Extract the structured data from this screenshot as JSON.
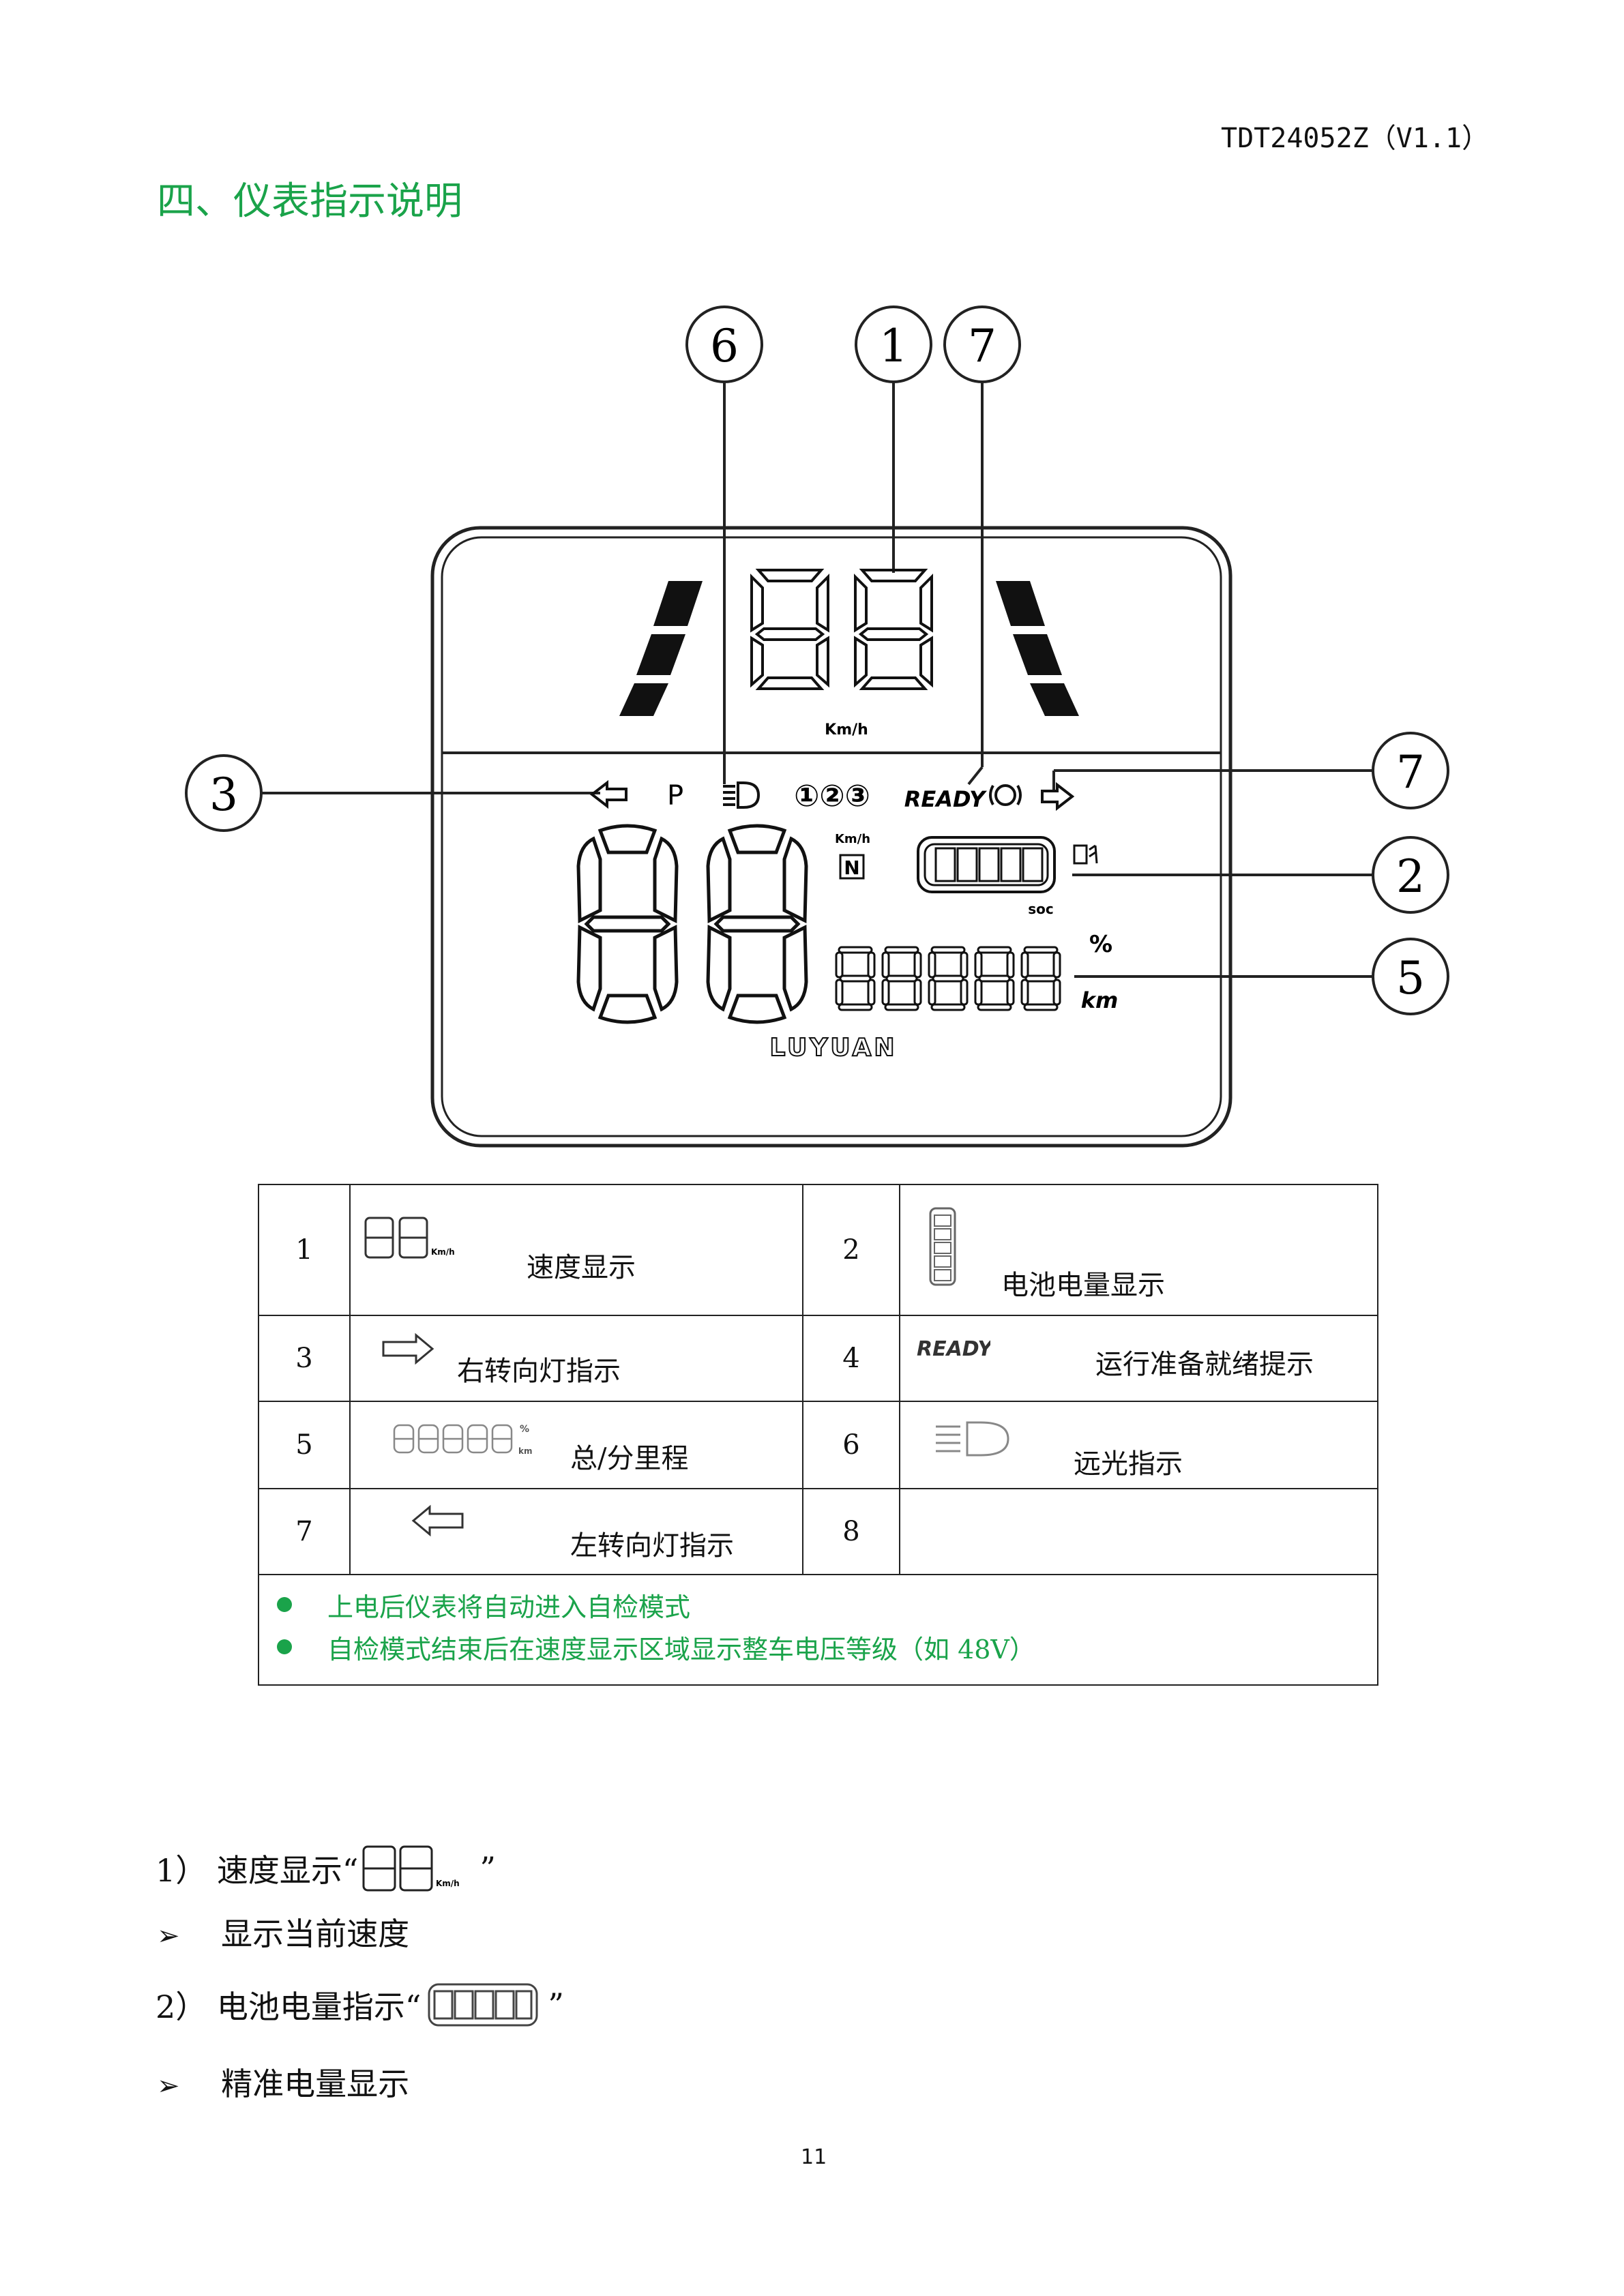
{
  "doc_id": "TDT24052Z（V1.1）",
  "section_title": "四、仪表指示说明",
  "dashboard": {
    "speed_unit": "Km/h",
    "indicators": [
      "P",
      "①②③",
      "READY"
    ],
    "gear_unit": "Km/h",
    "gear_label": "N",
    "soc_label": "soc",
    "percent_label": "%",
    "km_label": "km",
    "brand": "LUYUAN"
  },
  "callouts": [
    "1",
    "2",
    "3",
    "5",
    "6",
    "7",
    "7"
  ],
  "table": {
    "rows": [
      {
        "no_a": "1",
        "label_a": "速度显示",
        "icon_a": "speed-digits-icon",
        "no_b": "2",
        "label_b": "电池电量显示",
        "icon_b": "battery-icon"
      },
      {
        "no_a": "3",
        "label_a": "右转向灯指示",
        "icon_a": "right-arrow-icon",
        "no_b": "4",
        "label_b": "运行准备就绪提示",
        "icon_b": "ready-icon"
      },
      {
        "no_a": "5",
        "label_a": "总/分里程",
        "icon_a": "odometer-digits-icon",
        "no_b": "6",
        "label_b": "远光指示",
        "icon_b": "high-beam-icon"
      },
      {
        "no_a": "7",
        "label_a": "左转向灯指示",
        "icon_a": "left-arrow-icon",
        "no_b": "8",
        "label_b": "",
        "icon_b": ""
      }
    ],
    "icon_text": {
      "kmh": "Km/h",
      "percent": "%",
      "km": "km",
      "ready": "READY"
    },
    "notes": [
      "上电后仪表将自动进入自检模式",
      "自检模式结束后在速度显示区域显示整车电压等级（如 48V）"
    ]
  },
  "body": {
    "item1_prefix": "1）  速度显示“",
    "item1_suffix": "”",
    "item1_bullet": "显示当前速度",
    "item2_prefix": "2）  电池电量指示“",
    "item2_suffix": "”",
    "item2_bullet": "精准电量显示",
    "bullet_glyph": "➢"
  },
  "page_number": "11",
  "colors": {
    "accent_green": "#1aa34a",
    "lcd_segment": "#111111",
    "line": "#222222"
  }
}
